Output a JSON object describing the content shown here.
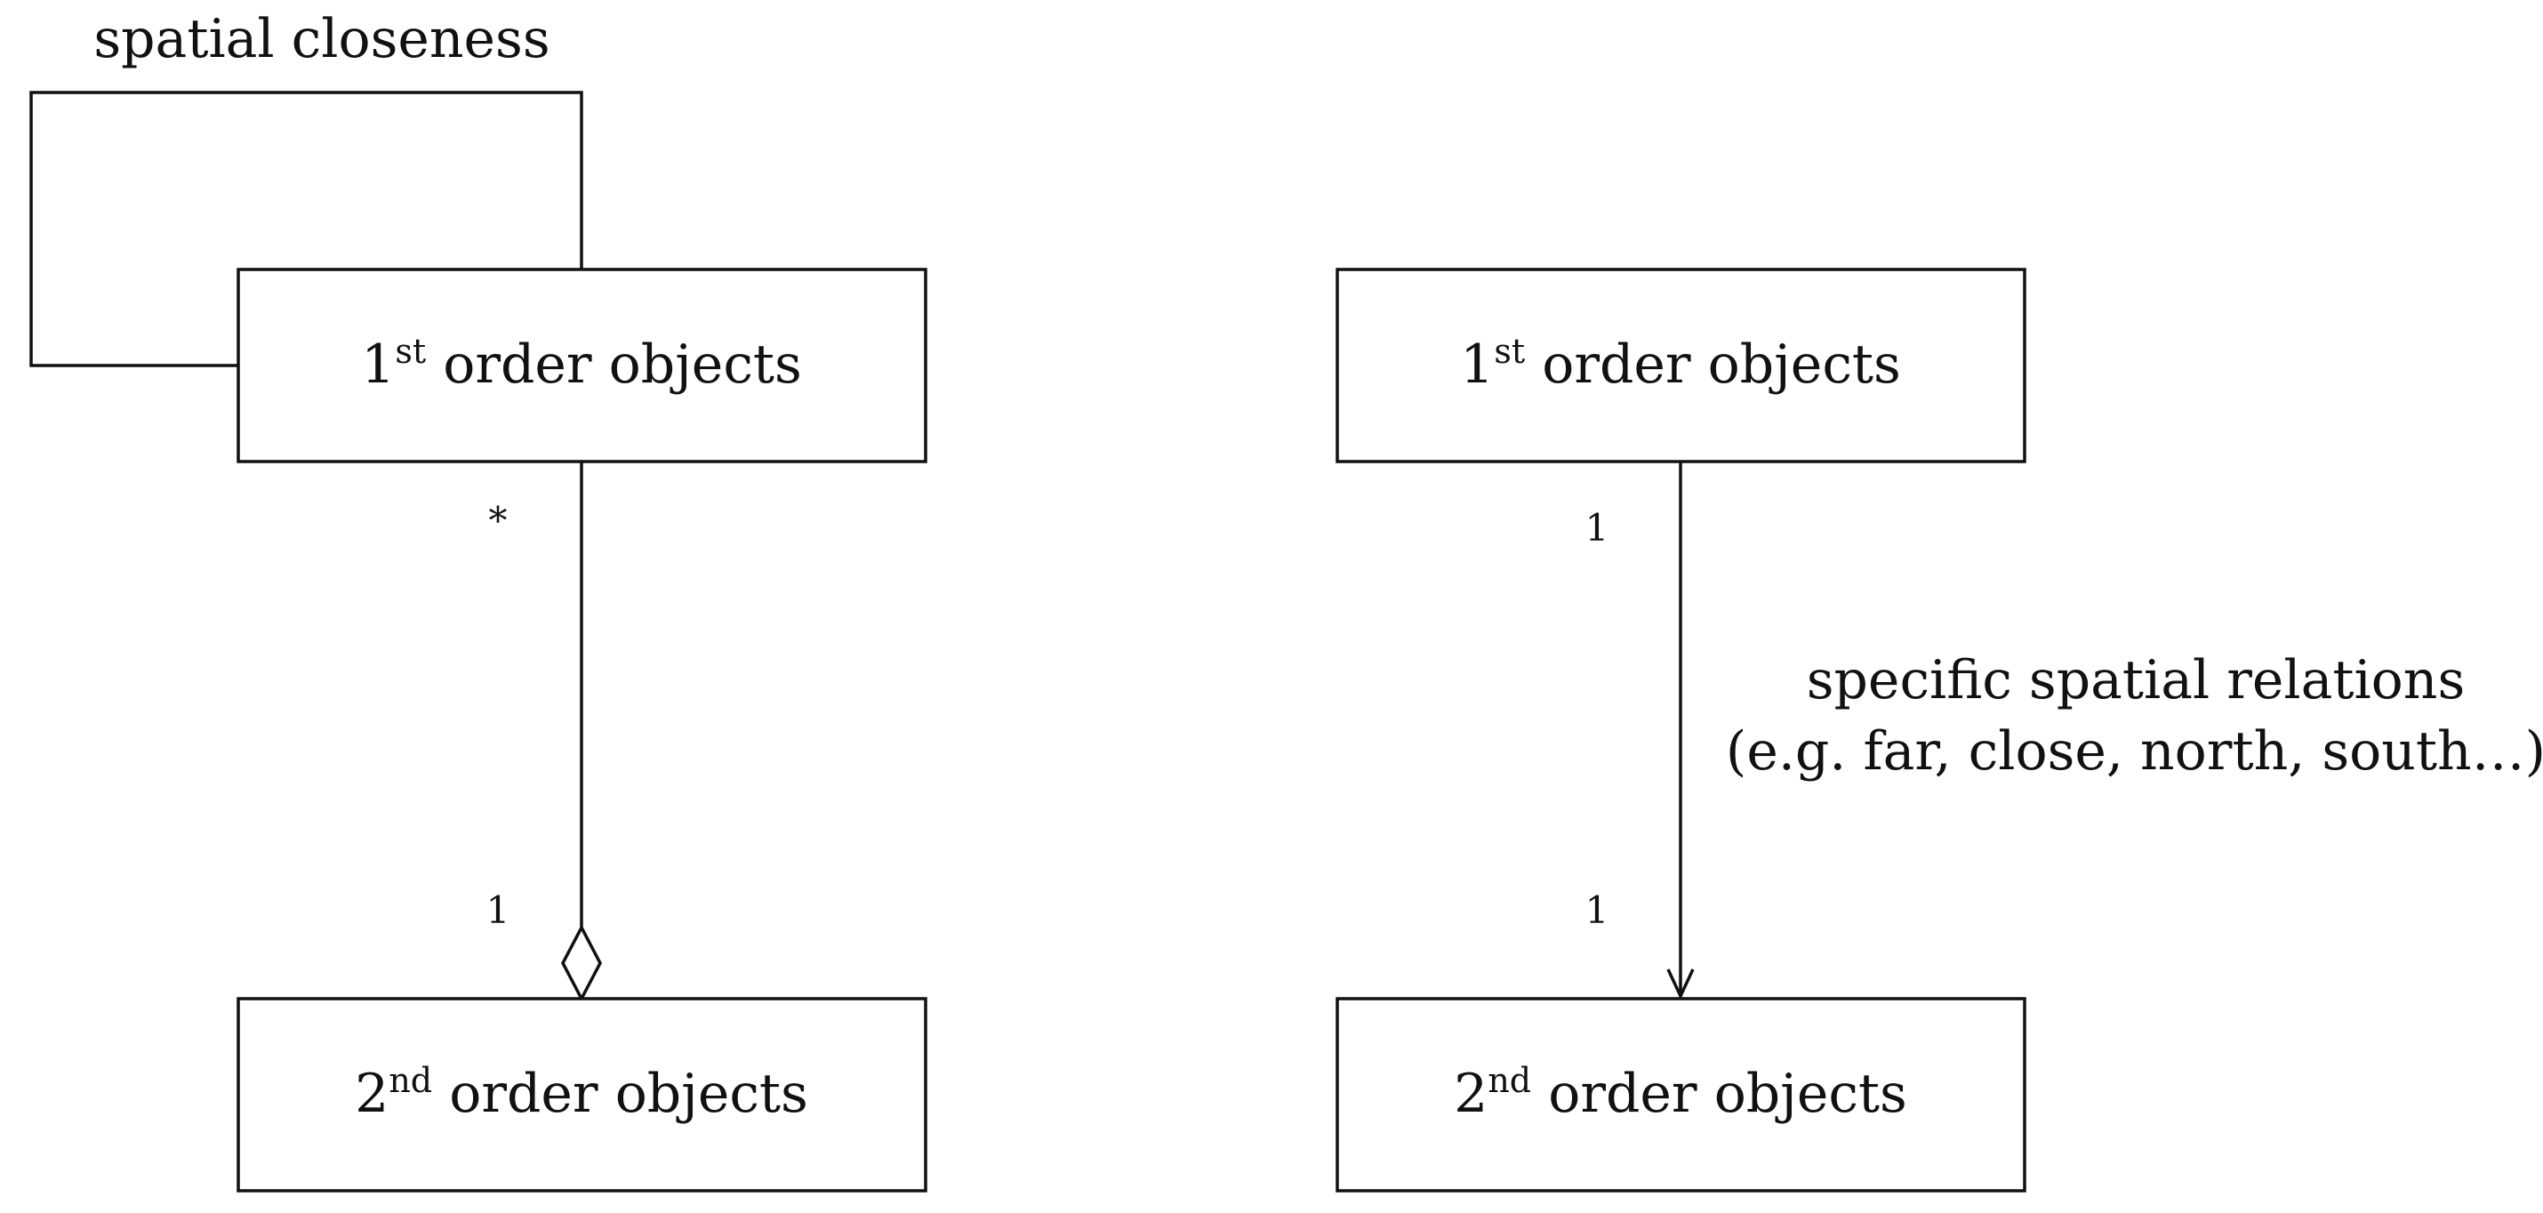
{
  "left": {
    "association_label": "spatial closeness",
    "top_box": {
      "number": "1",
      "sup": "st",
      "text": " order objects"
    },
    "bottom_box": {
      "number": "2",
      "sup": "nd",
      "text": " order objects"
    },
    "multiplicity_top": "*",
    "multiplicity_bottom": "1",
    "relation_type": "aggregation-diamond"
  },
  "right": {
    "top_box": {
      "number": "1",
      "sup": "st",
      "text": " order objects"
    },
    "bottom_box": {
      "number": "2",
      "sup": "nd",
      "text": " order objects"
    },
    "multiplicity_top": "1",
    "multiplicity_bottom": "1",
    "relation_label_line1": "specific spatial relations",
    "relation_label_line2": "(e.g. far, close, north, south…)",
    "relation_type": "directed-arrow"
  }
}
